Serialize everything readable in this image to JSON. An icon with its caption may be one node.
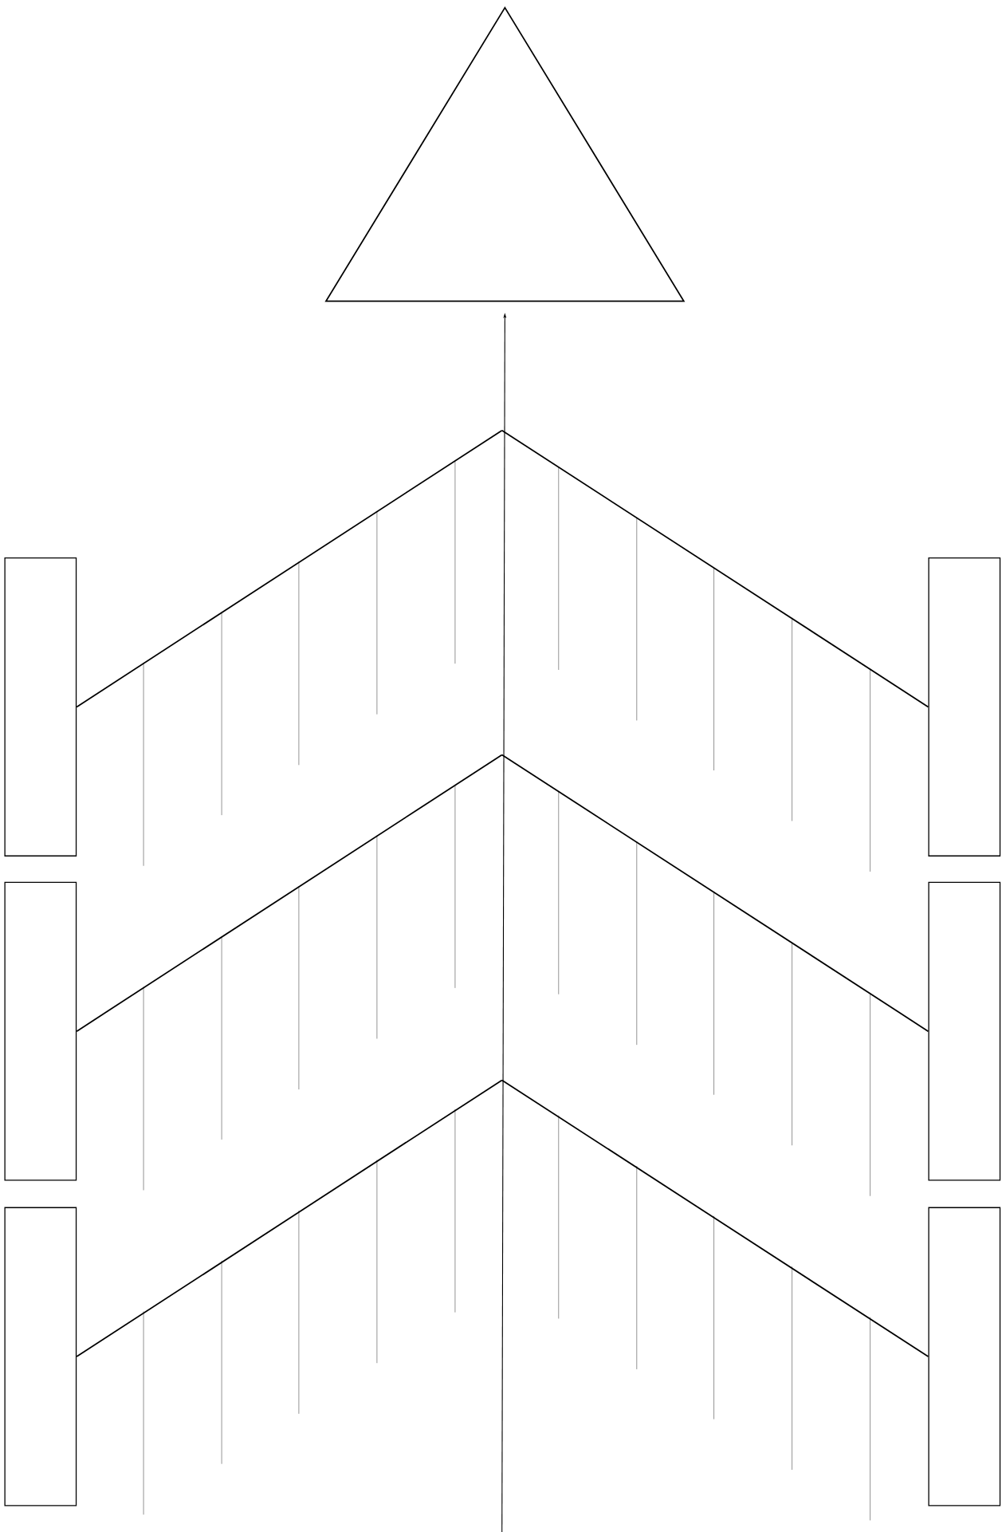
{
  "diagram": {
    "nodes": [
      {
        "text": [],
        "shape": "triangle"
      },
      {
        "text": [],
        "shape": "box"
      },
      {
        "text": [],
        "shape": "box"
      },
      {
        "text": [],
        "shape": "box"
      },
      {
        "text": [],
        "shape": "box"
      },
      {
        "text": [],
        "shape": "box"
      },
      {
        "text": [],
        "shape": "box"
      }
    ],
    "edges": [
      {
        "from": null,
        "to": 0,
        "arrow": "to"
      },
      {
        "from": 1,
        "to": null,
        "arrow": "none"
      },
      {
        "from": 2,
        "to": null,
        "arrow": "none"
      },
      {
        "from": 3,
        "to": null,
        "arrow": "none"
      },
      {
        "from": 4,
        "to": null,
        "arrow": "none"
      },
      {
        "from": 5,
        "to": null,
        "arrow": "none"
      },
      {
        "from": 6,
        "to": null,
        "arrow": "none"
      }
    ]
  }
}
